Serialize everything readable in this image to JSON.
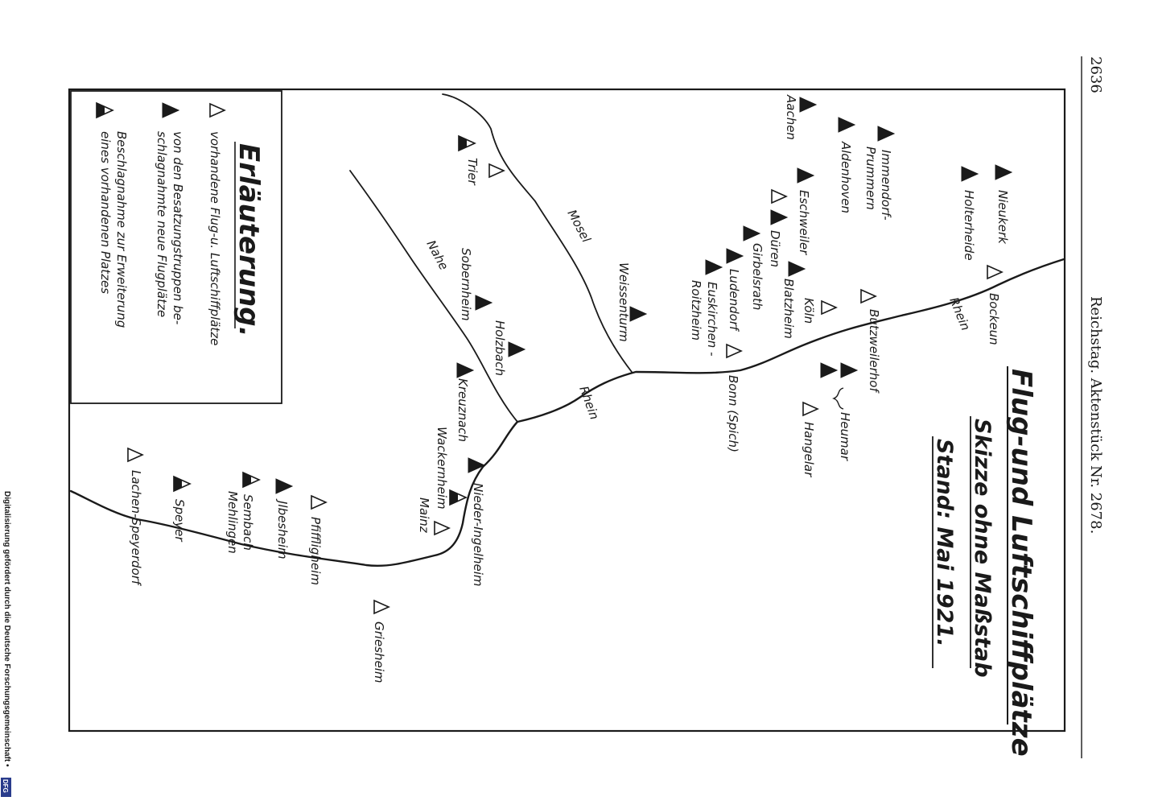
{
  "header": {
    "page_number": "2636",
    "source": "Reichstag. Aktenstück Nr. 2678."
  },
  "map": {
    "title": "Flug-und Luftschiffplätze",
    "subtitle": "Skizze ohne Maßstab",
    "date": "Stand: Mai 1921.",
    "legend": {
      "title": "Erläuterung.",
      "existing": "vorhandene Flug-u. Luftschiffplätze",
      "new_line1": "von den Besatzungstruppen be-",
      "new_line2": "schlagnahmte neue Flugplätze",
      "extension_line1": "Beschlagnahme zur Erweiterung",
      "extension_line2": "eines vorhandenen Platzes"
    },
    "rivers": {
      "rhein_north": "Rhein",
      "rhein_middle": "Rhein",
      "mosel": "Mosel",
      "nahe": "Nahe"
    },
    "places": {
      "nieukerk": "Nieukerk",
      "holterheide": "Holterheide",
      "bockeun": "Bockeun",
      "aachen": "Aachen",
      "aldenhoven": "Aldenhoven",
      "immendorf1": "Immendorf-",
      "immendorf2": "Prummern",
      "eschweiler": "Eschweiler",
      "dueren": "Düren",
      "girbelsrath": "Girbelsrath",
      "ludendorf": "Ludendorf",
      "euskirchen1": "Euskirchen -",
      "euskirchen2": "Roitzheim",
      "blatzheim": "Blatzheim",
      "koeln": "Köln",
      "butzweilerhof": "Butzweilerhof",
      "heumar": "Heumar",
      "hangelar": "Hangelar",
      "bonn": "Bonn (Spich)",
      "weissenturm": "Weissenturm",
      "trier": "Trier",
      "sobernheim": "Sobernheim",
      "holzbach": "Holzbach",
      "kreuznach": "Kreuznach",
      "wackernheim": "Wackernheim",
      "mainz": "Mainz",
      "nieder_ingelheim": "Nieder-Ingelheim",
      "pfiffligheim": "Pfiffligheim",
      "jlbesheim": "Jlbesheim",
      "sembach1": "Sembach",
      "sembach2": "Mehlingen",
      "speyer": "Speyer",
      "lachen": "Lachen-Speyerdorf",
      "griesheim": "Griesheim"
    }
  },
  "footer": {
    "credit": "Digitalisierung gefördert durch die Deutsche Forschungsgemeinschaft •",
    "logo": "DFG"
  }
}
